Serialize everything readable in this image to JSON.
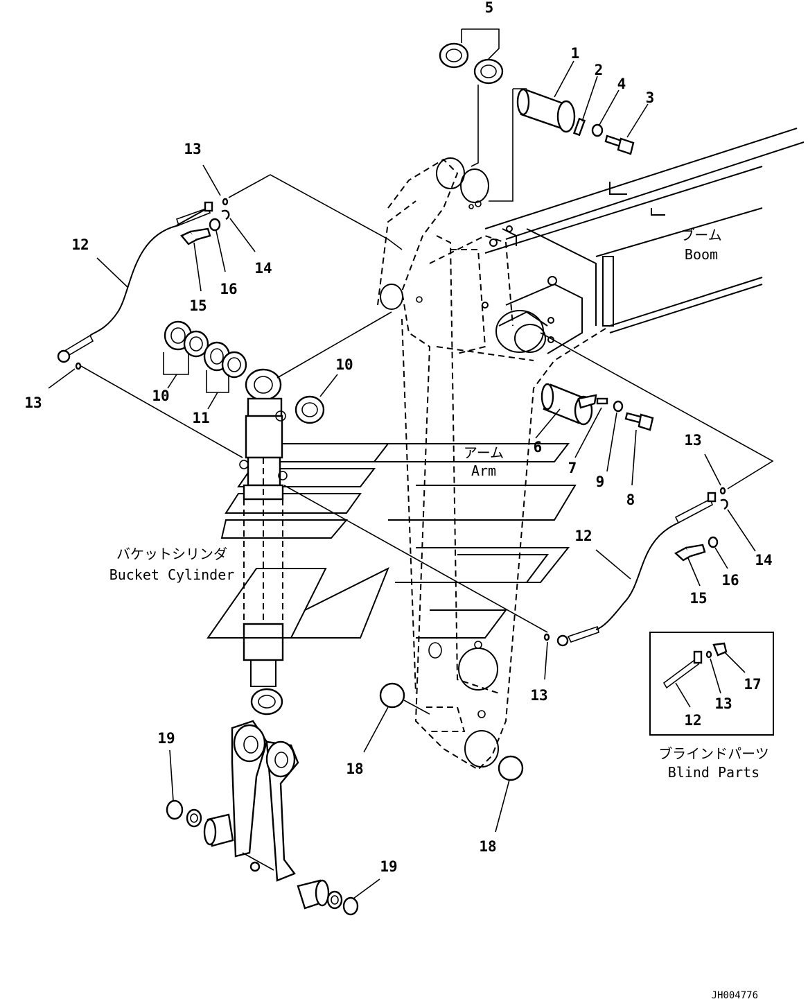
{
  "part_numbers": [
    "1",
    "2",
    "3",
    "4",
    "5",
    "6",
    "7",
    "8",
    "9",
    "10",
    "10",
    "11",
    "12",
    "12",
    "12",
    "13",
    "13",
    "13",
    "13",
    "13",
    "14",
    "14",
    "15",
    "15",
    "16",
    "16",
    "17",
    "18",
    "18",
    "19",
    "19"
  ],
  "labels": {
    "boom_jp": "ブーム",
    "boom_en": "Boom",
    "arm_jp": "アーム",
    "arm_en": "Arm",
    "bucket_cylinder_jp": "バケットシリンダ",
    "bucket_cylinder_en": "Bucket Cylinder",
    "blind_parts_jp": "ブラインドパーツ",
    "blind_parts_en": "Blind Parts"
  },
  "drawing_code": "JH004776"
}
